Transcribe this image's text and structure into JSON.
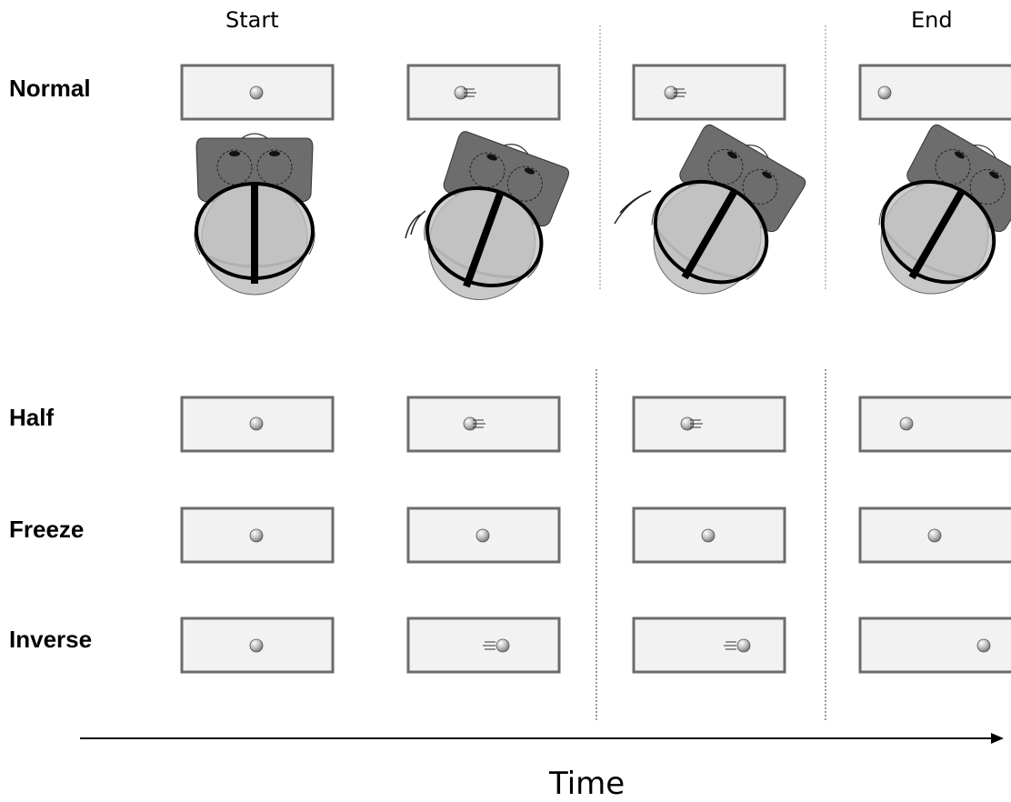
{
  "column_labels": {
    "start": "Start",
    "end": "End"
  },
  "rows": [
    {
      "label": "Normal"
    },
    {
      "label": "Half"
    },
    {
      "label": "Freeze"
    },
    {
      "label": "Inverse"
    }
  ],
  "axis_label": "Time",
  "colors": {
    "screen_fill": "#f2f2f2",
    "screen_border": "#6b6b6b",
    "head_gray": "#bfbfbf",
    "face_dark": "#6d6d6d",
    "divider": "#8a8a8a"
  },
  "icons": [
    "ball-icon",
    "motion-lines-icon",
    "head-topdown-icon",
    "arrow-right-icon"
  ]
}
